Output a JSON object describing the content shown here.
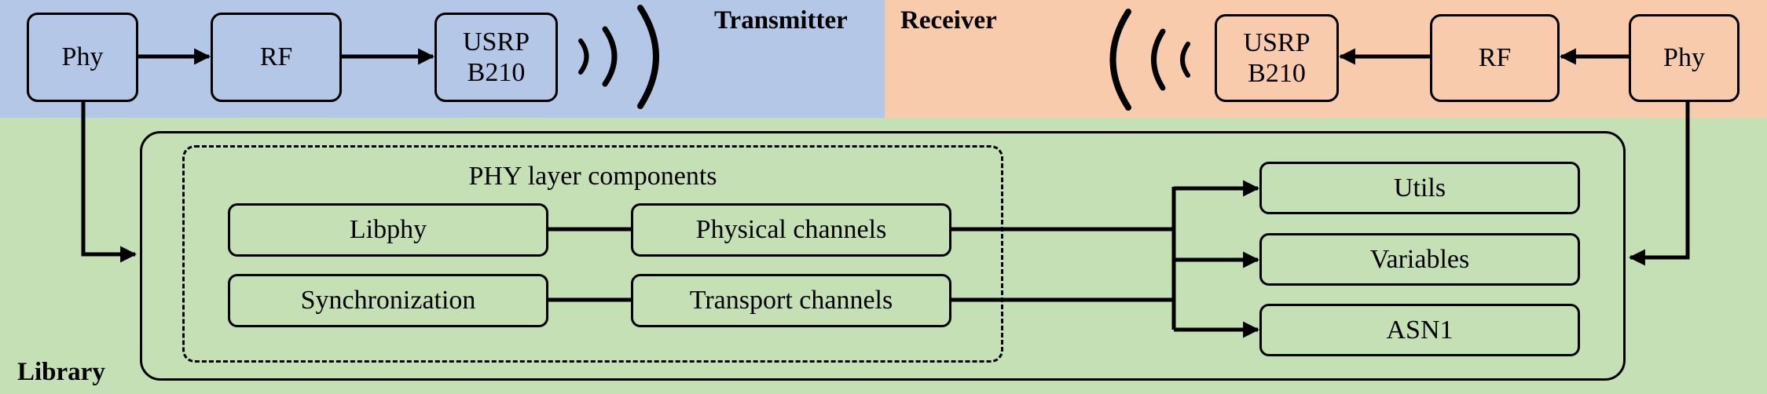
{
  "transmitter": {
    "title": "Transmitter",
    "blocks": {
      "phy": "Phy",
      "rf": "RF",
      "usrp": "USRP\nB210"
    }
  },
  "receiver": {
    "title": "Receiver",
    "blocks": {
      "phy": "Phy",
      "rf": "RF",
      "usrp": "USRP\nB210"
    }
  },
  "library": {
    "title": "Library",
    "phy_group": {
      "title": "PHY layer components",
      "libphy": "Libphy",
      "physical_channels": "Physical channels",
      "synchronization": "Synchronization",
      "transport_channels": "Transport channels"
    },
    "utils": "Utils",
    "variables": "Variables",
    "asn1": "ASN1"
  },
  "colors": {
    "transmitter_bg": "#b4c7e7",
    "receiver_bg": "#f8cbad",
    "library_bg": "#c5e0b4",
    "line": "#000000"
  }
}
